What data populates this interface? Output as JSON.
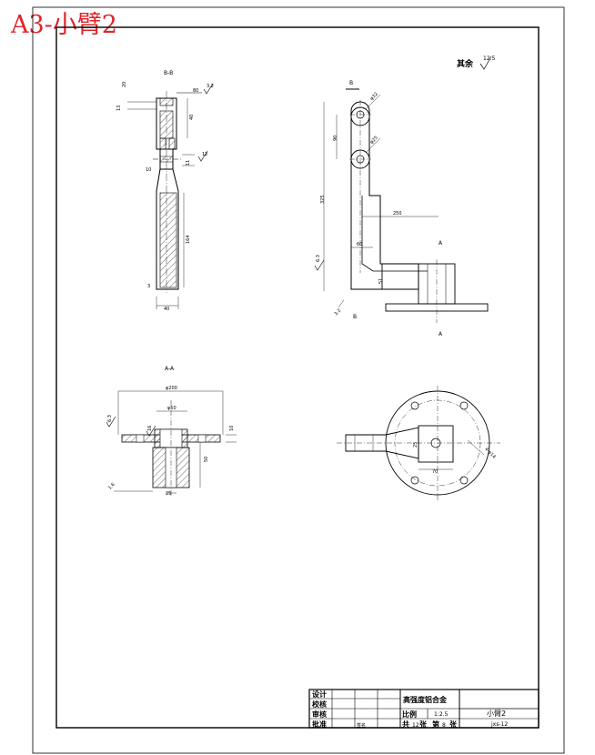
{
  "corner_title": "A3-小臂2",
  "views": {
    "section_bb": "B-B",
    "section_aa": "A-A",
    "label_b_top": "B",
    "label_b_bottom": "B",
    "label_a_top": "A",
    "label_a_bottom": "A"
  },
  "remaining_note": "其余",
  "dims": {
    "d20": "20",
    "d80": "80",
    "d13_a": "13",
    "d11": "11",
    "d40_top": "40",
    "d10": "10",
    "d12": "12",
    "d164": "164",
    "d3": "3",
    "d40_bottom": "40",
    "phi32": "φ32",
    "phi25": "φ25",
    "d90": "90",
    "d325": "325",
    "d250": "250",
    "d60": "60",
    "d51": "51",
    "d3_2": "3.2",
    "phi200": "φ200",
    "phi50": "φ50",
    "d16": "16",
    "d10b": "10",
    "d50": "50",
    "d3_2b": "3.2",
    "d25": "25",
    "d70": "70",
    "d4phi14": "4-φ14",
    "d6_3": "6.3",
    "d12_5": "12.5",
    "d1_6": "1.6"
  },
  "title_block": {
    "design": "设计",
    "check": "校核",
    "review": "审核",
    "approve": "批准",
    "material": "高强度铝合金",
    "scale_label": "比例",
    "scale_value": "1:2.5",
    "part_name": "小臂2",
    "total_label": "共",
    "total_value": "12",
    "sheet_unit": "张",
    "page_label": "第",
    "page_value": "8",
    "page_unit": "张",
    "drawing_no": "jxs-12",
    "signer": "签名"
  }
}
